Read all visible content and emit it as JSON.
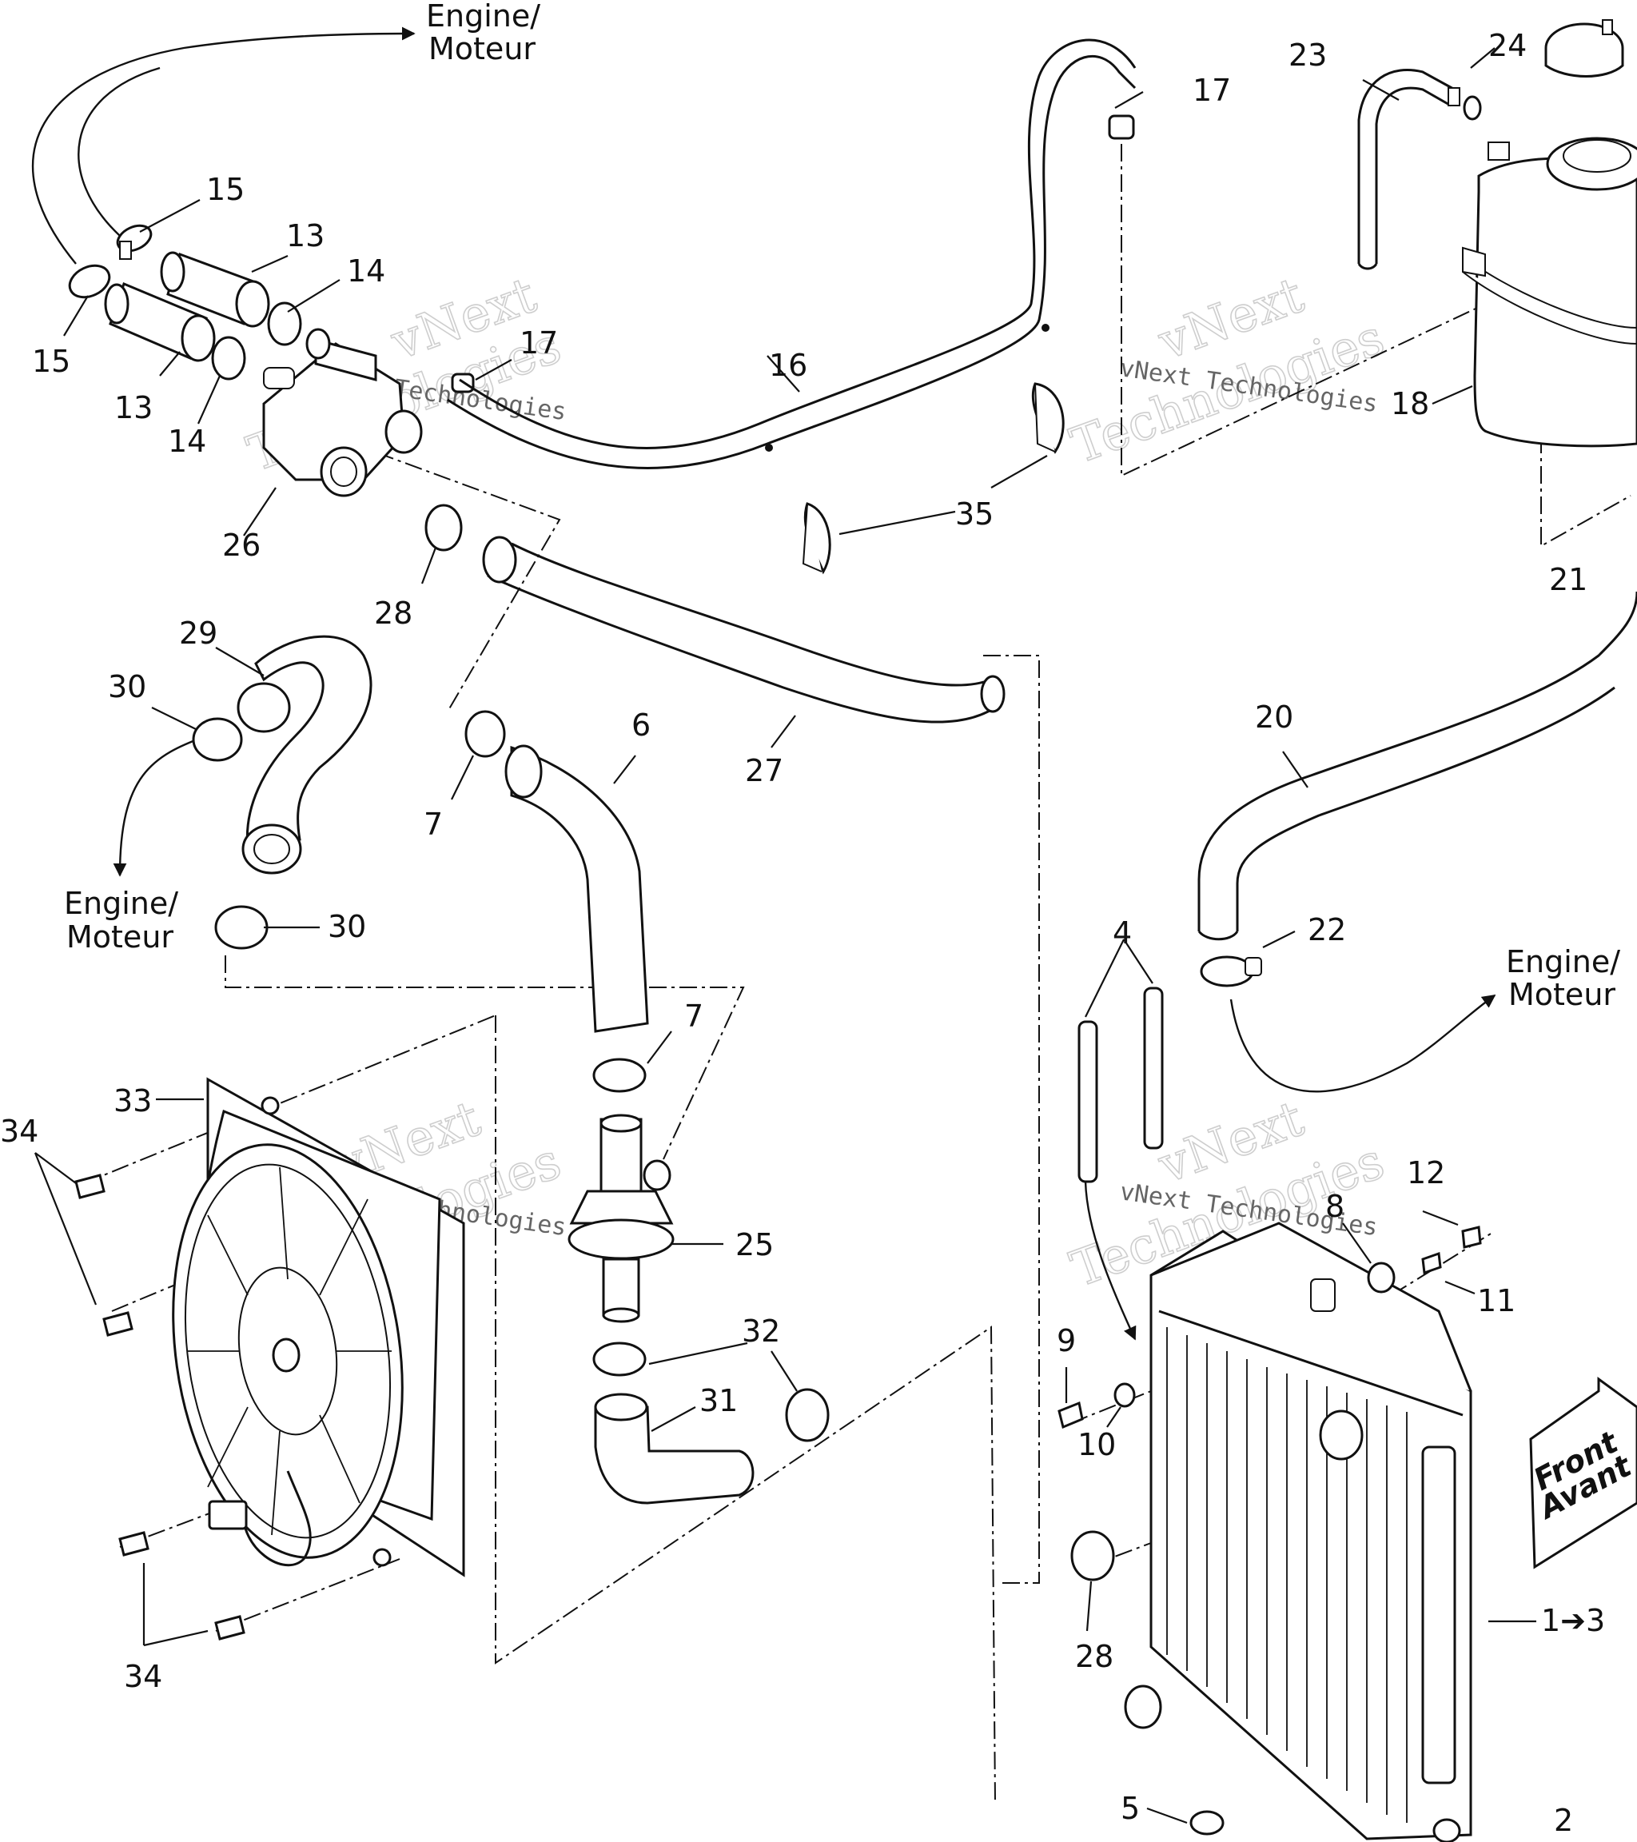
{
  "destination_labels": {
    "top": {
      "line1": "Engine/",
      "line2": "Moteur"
    },
    "left": {
      "line1": "Engine/",
      "line2": "Moteur"
    },
    "right": {
      "line1": "Engine/",
      "line2": "Moteur"
    }
  },
  "front_badge": {
    "line1": "Front",
    "line2": "Avant"
  },
  "watermark": {
    "brand": "vNext",
    "word": "Technologies",
    "line": "vNext Technologies"
  },
  "callouts": {
    "c1to3": "1➔3",
    "c2": "2",
    "c4": "4",
    "c5": "5",
    "c6": "6",
    "c7a": "7",
    "c7b": "7",
    "c8": "8",
    "c9": "9",
    "c10": "10",
    "c11": "11",
    "c12": "12",
    "c13a": "13",
    "c13b": "13",
    "c14a": "14",
    "c14b": "14",
    "c15a": "15",
    "c15b": "15",
    "c16": "16",
    "c17a": "17",
    "c17b": "17",
    "c18": "18",
    "c20": "20",
    "c21": "21",
    "c22": "22",
    "c23": "23",
    "c24": "24",
    "c25": "25",
    "c26": "26",
    "c27": "27",
    "c28a": "28",
    "c28b": "28",
    "c29": "29",
    "c30a": "30",
    "c30b": "30",
    "c31": "31",
    "c32": "32",
    "c33": "33",
    "c34a": "34",
    "c34b": "34",
    "c35": "35"
  }
}
